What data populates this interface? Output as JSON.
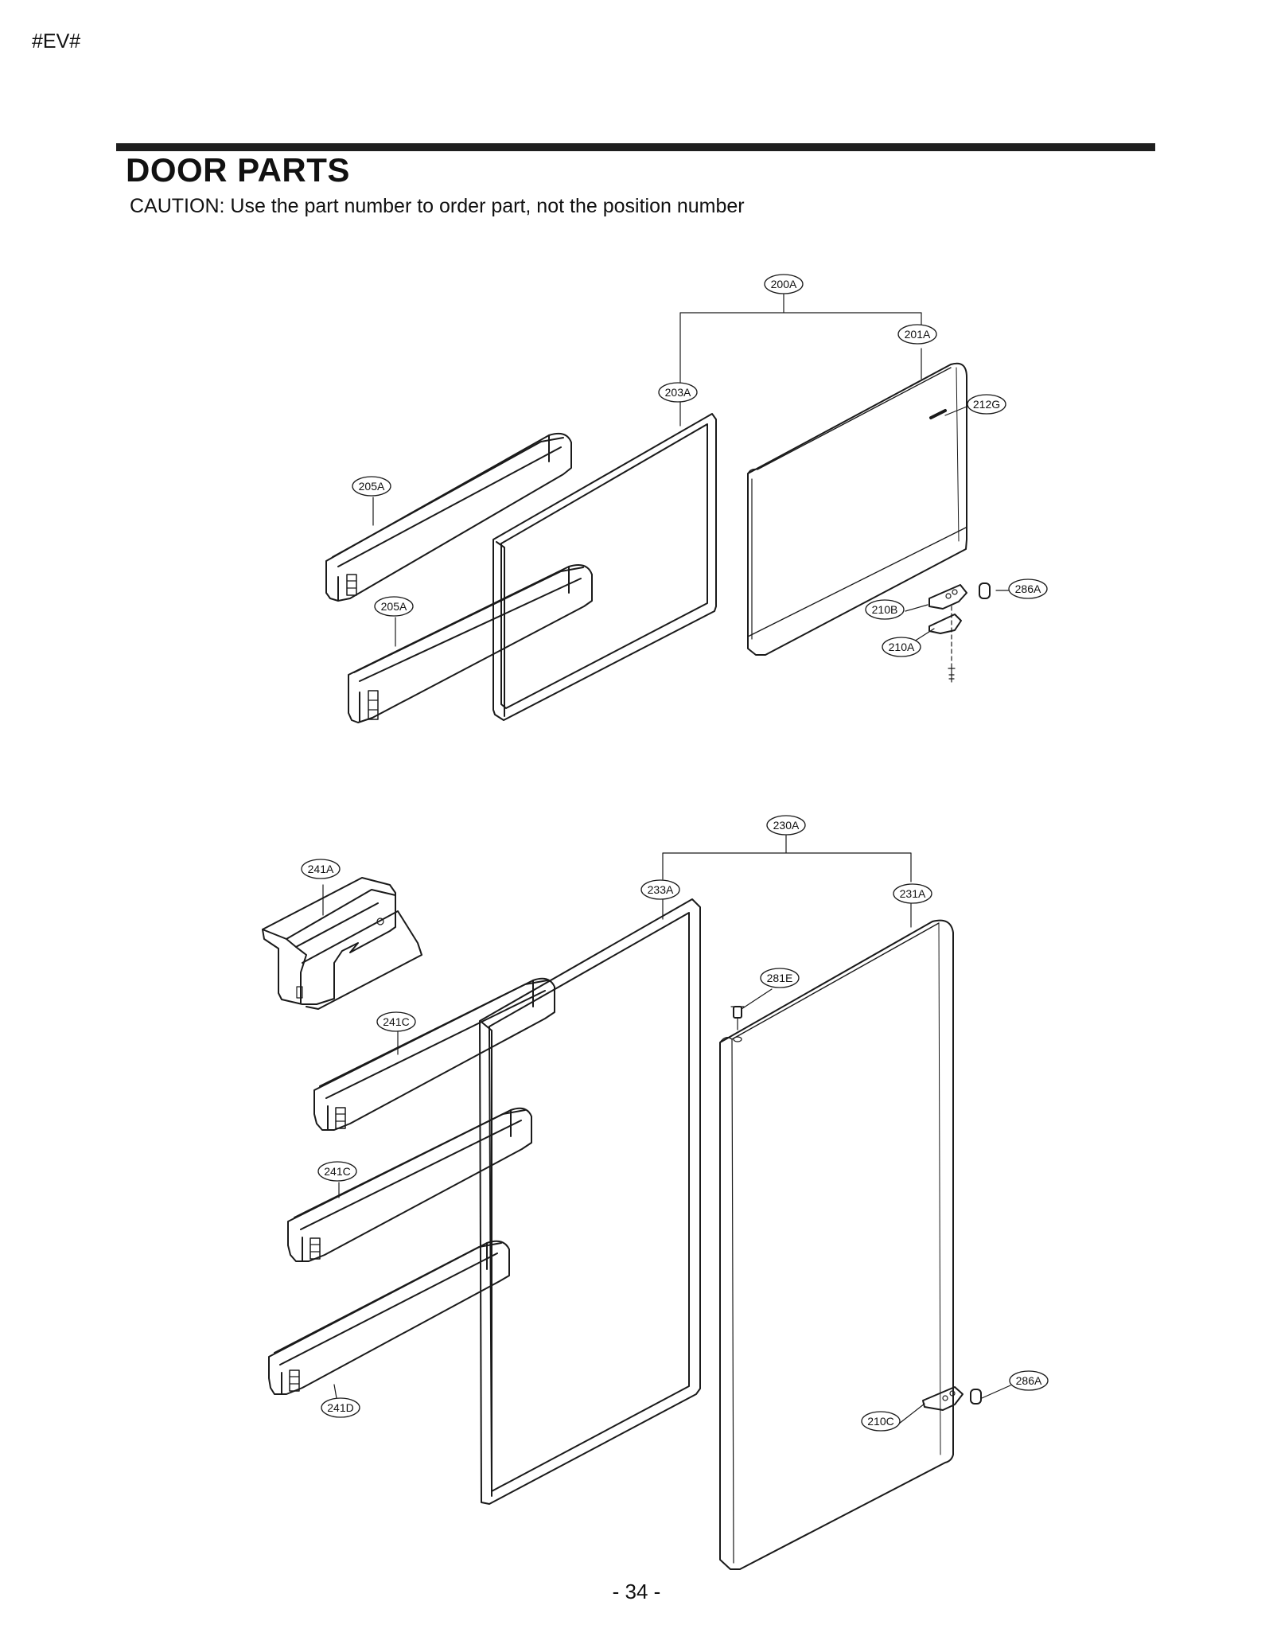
{
  "header": {
    "corner_tag": "#EV#",
    "title": "DOOR PARTS",
    "caution": "CAUTION: Use the part number to order part, not the position number"
  },
  "callouts": {
    "freezer": {
      "assembly": "200A",
      "door": "201A",
      "logo": "212G",
      "gasket": "203A",
      "basket_upper": "205A",
      "basket_lower": "205A",
      "hinge_cap": "286A",
      "hinge_upper": "210B",
      "hinge_lower": "210A"
    },
    "refrigerator": {
      "assembly": "230A",
      "door": "231A",
      "gasket": "233A",
      "pin": "281E",
      "dairy_bin": "241A",
      "basket_1": "241C",
      "basket_2": "241C",
      "basket_3": "241D",
      "hinge_cap": "286A",
      "hinge": "210C"
    }
  },
  "footer": {
    "page_number": "- 34 -"
  }
}
